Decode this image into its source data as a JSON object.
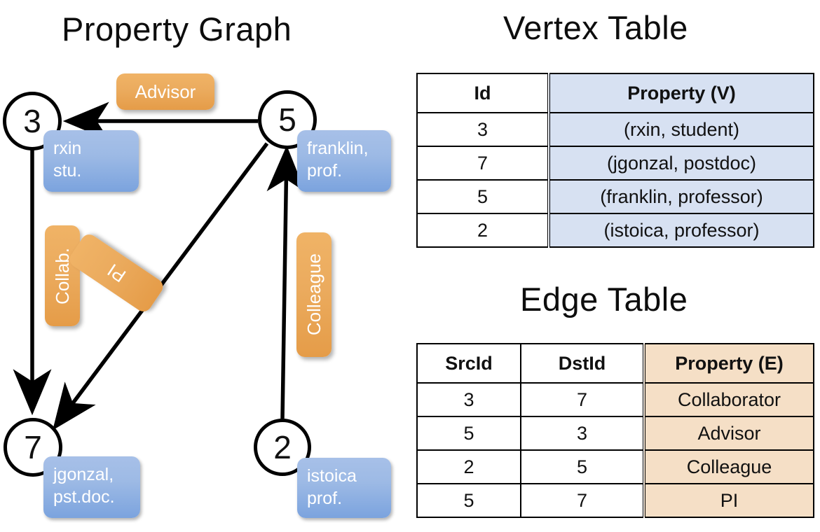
{
  "titles": {
    "property_graph": "Property Graph",
    "vertex_table": "Vertex Table",
    "edge_table": "Edge Table"
  },
  "graph": {
    "vertices": [
      {
        "id": "3",
        "property_lines": [
          "rxin",
          "stu."
        ]
      },
      {
        "id": "5",
        "property_lines": [
          "franklin,",
          "prof."
        ]
      },
      {
        "id": "7",
        "property_lines": [
          "jgonzal,",
          "pst.doc."
        ]
      },
      {
        "id": "2",
        "property_lines": [
          "istoica",
          "prof."
        ]
      }
    ],
    "edge_labels": [
      {
        "name": "advisor",
        "text": "Advisor"
      },
      {
        "name": "collab",
        "text": "Collab."
      },
      {
        "name": "pi",
        "text": "PI"
      },
      {
        "name": "colleague",
        "text": "Colleague"
      }
    ]
  },
  "vertex_table": {
    "headers": [
      "Id",
      "Property (V)"
    ],
    "rows": [
      {
        "id": "3",
        "property": "(rxin, student)"
      },
      {
        "id": "7",
        "property": "(jgonzal, postdoc)"
      },
      {
        "id": "5",
        "property": "(franklin, professor)"
      },
      {
        "id": "2",
        "property": "(istoica, professor)"
      }
    ]
  },
  "edge_table": {
    "headers": [
      "SrcId",
      "DstId",
      "Property (E)"
    ],
    "rows": [
      {
        "src": "3",
        "dst": "7",
        "property": "Collaborator"
      },
      {
        "src": "5",
        "dst": "3",
        "property": "Advisor"
      },
      {
        "src": "2",
        "dst": "5",
        "property": "Colleague"
      },
      {
        "src": "5",
        "dst": "7",
        "property": "PI"
      }
    ]
  },
  "colors": {
    "vertex_property_fill": "#d7e1f2",
    "edge_property_fill": "#f5dfc6",
    "node_box_blue": "#9dbae5",
    "label_box_orange": "#ebab5e",
    "stroke": "#000000",
    "background": "#ffffff"
  }
}
